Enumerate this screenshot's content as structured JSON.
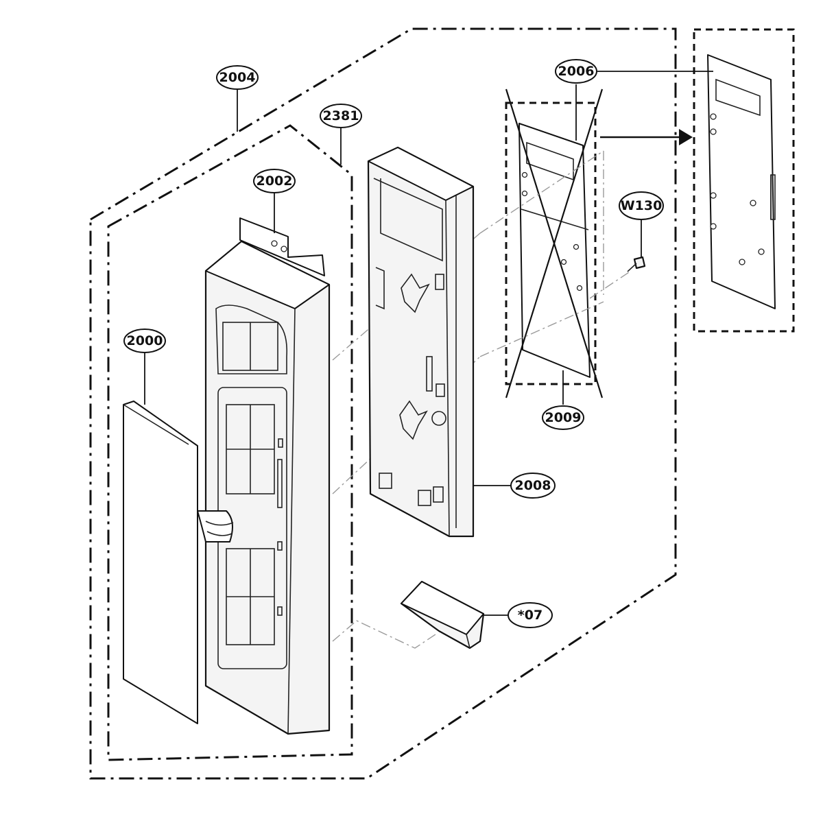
{
  "callouts": {
    "c2004": "2004",
    "c2381": "2381",
    "c2002": "2002",
    "c2000": "2000",
    "c2006": "2006",
    "c2009": "2009",
    "c2008": "2008",
    "cW130": "W130",
    "c07": "*07"
  }
}
